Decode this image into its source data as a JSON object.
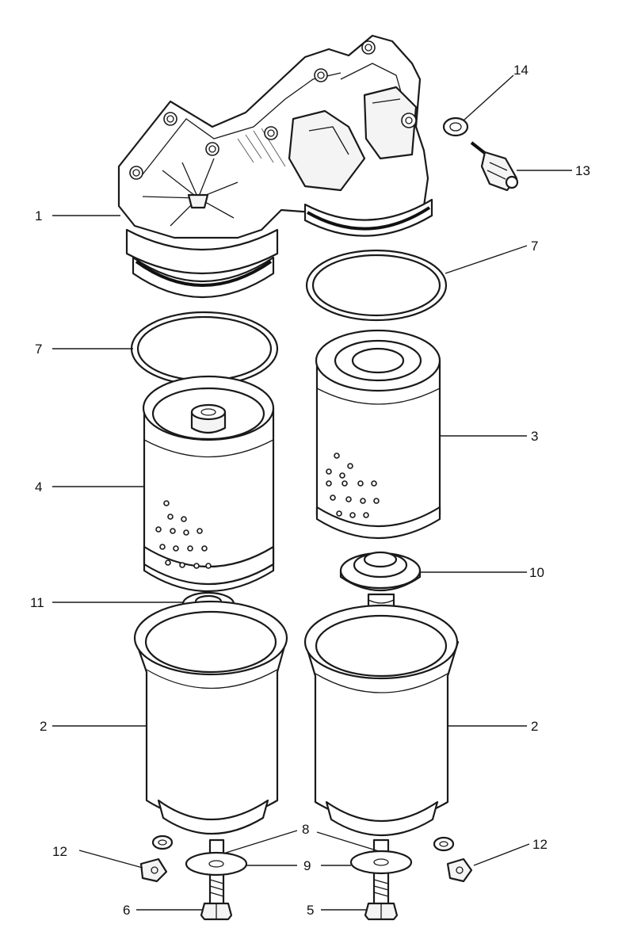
{
  "callouts": {
    "c1": "1",
    "c2_left": "2",
    "c2_right": "2",
    "c3": "3",
    "c4": "4",
    "c5": "5",
    "c6": "6",
    "c7_left": "7",
    "c7_right": "7",
    "c8": "8",
    "c9": "9",
    "c10": "10",
    "c11": "11",
    "c12_left": "12",
    "c12_right": "12",
    "c13": "13",
    "c14": "14"
  }
}
